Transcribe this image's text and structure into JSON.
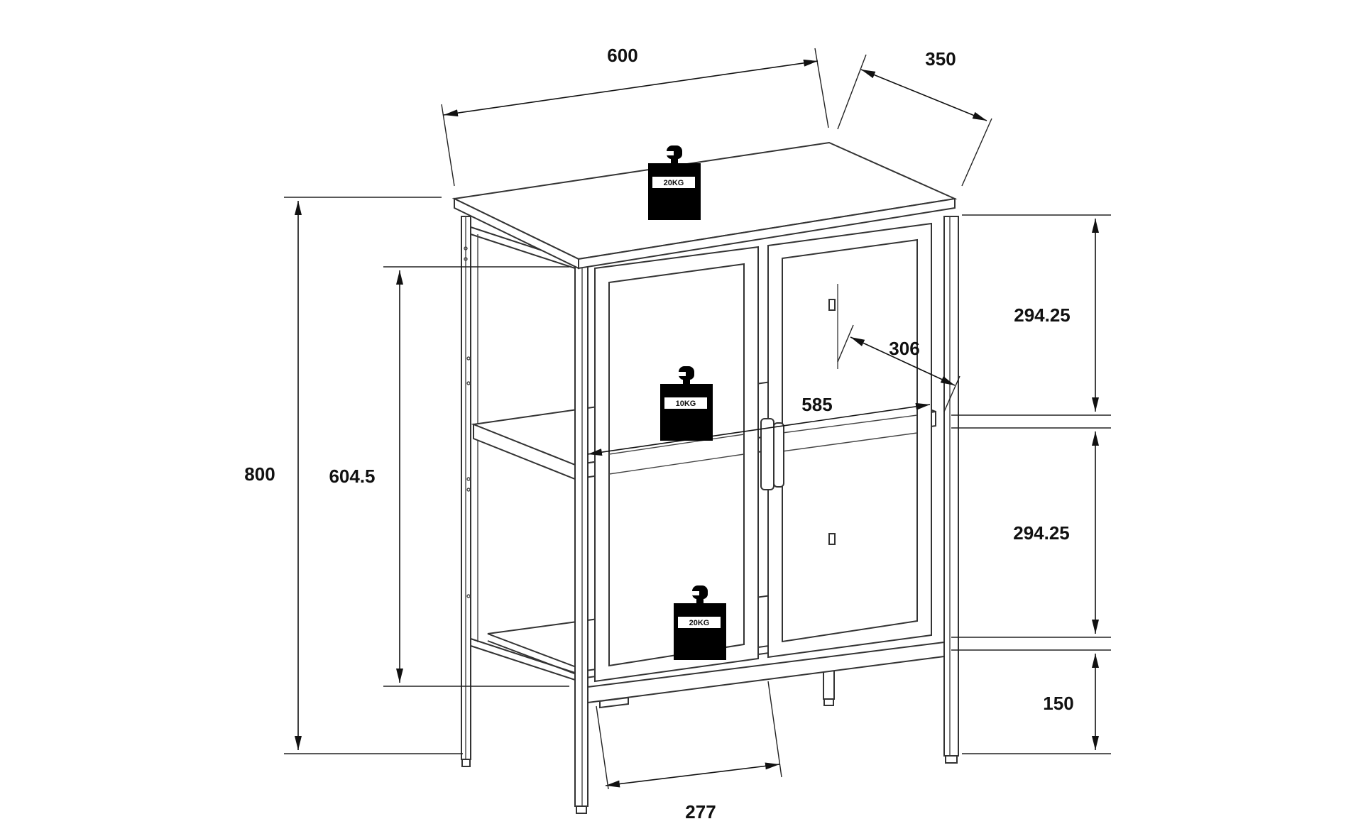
{
  "dimensions": {
    "top_width": "600",
    "top_depth": "350",
    "total_height": "800",
    "body_height": "604.5",
    "upper_compartment": "294.25",
    "lower_compartment": "294.25",
    "leg_height": "150",
    "shelf_depth": "306",
    "shelf_width": "585",
    "door_width": "277"
  },
  "load_ratings": {
    "top": "20KG",
    "shelf": "10KG",
    "bottom": "20KG"
  },
  "colors": {
    "line": "#333333",
    "dimension": "#111111",
    "weight_icon": "#000000",
    "background": "#ffffff"
  }
}
